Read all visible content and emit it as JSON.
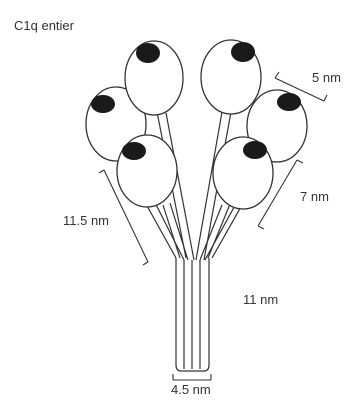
{
  "figure": {
    "title": "C1q entier",
    "labels": {
      "head_width": "5 nm",
      "stalk_length": "7 nm",
      "arm_length": "11.5 nm",
      "collagen_stem_length": "11 nm",
      "stem_width": "4.5 nm"
    }
  },
  "colors": {
    "ink": "#333333",
    "head_fill": "#ffffff",
    "head_spot": "#1a1a1a"
  }
}
